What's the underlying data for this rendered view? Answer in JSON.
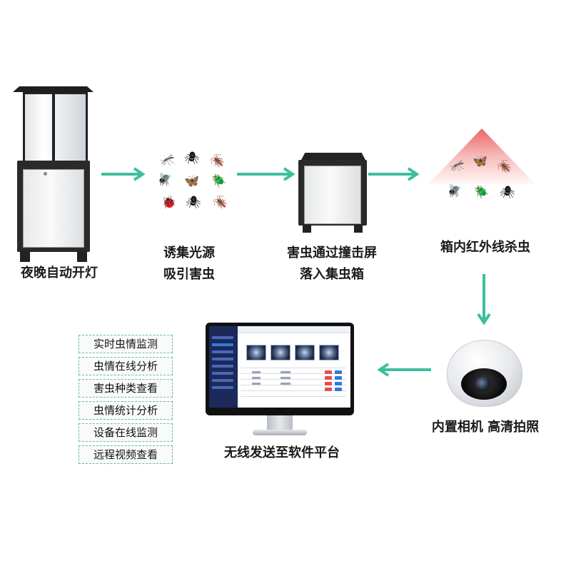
{
  "steps": [
    {
      "id": "step1",
      "label": "夜晚自动开灯"
    },
    {
      "id": "step2",
      "label_line1": "诱集光源",
      "label_line2": "吸引害虫"
    },
    {
      "id": "step3",
      "label_line1": "害虫通过撞击屏",
      "label_line2": "落入集虫箱"
    },
    {
      "id": "step4",
      "label": "箱内红外线杀虫"
    },
    {
      "id": "step5",
      "label": "内置相机 高清拍照"
    },
    {
      "id": "step6",
      "label": "无线发送至软件平台"
    }
  ],
  "features": [
    "实时虫情监测",
    "虫情在线分析",
    "害虫种类查看",
    "虫情统计分析",
    "设备在线监测",
    "远程视频查看"
  ],
  "colors": {
    "arrow": "#3dbf9e",
    "feature_border": "#6fb8a6",
    "infrared": "#e84a4a",
    "screen_sidebar": "#1b2a5a"
  },
  "icons": {
    "insects": [
      "mosquito-icon",
      "beetle-icon",
      "moth-icon",
      "cockroach-icon",
      "spider-icon",
      "fly-icon"
    ]
  }
}
